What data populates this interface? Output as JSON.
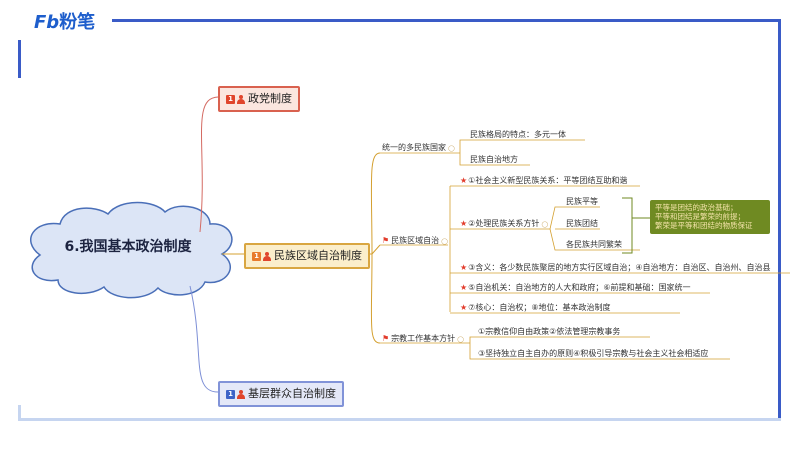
{
  "brand": {
    "logo_text": "粉笔",
    "logo_mark": "Fb"
  },
  "colors": {
    "accent": "#3a5bc7",
    "cloud": "#dce5f6",
    "note_bg": "#6f8a22",
    "note_text": "#f3e3a8",
    "marker": "#e23c2c"
  },
  "central_topic": "6.我国基本政治制度",
  "topics": {
    "party": "政党制度",
    "ethnic": "民族区域自治制度",
    "grassroots": "基层群众自治制度"
  },
  "ethnic_branches": {
    "unified_state": {
      "label": "统一的多民族国家",
      "children": [
        "民族格局的特点：多元一体",
        "民族自治地方"
      ]
    },
    "regional_autonomy": {
      "label": "民族区域自治",
      "items": [
        "①社会主义新型民族关系：平等团结互助和谐",
        "②处理民族关系方针",
        "③含义：各少数民族聚居的地方实行区域自治；④自治地方：自治区、自治州、自治县",
        "⑤自治机关：自治地方的人大和政府；⑥前提和基础：国家统一",
        "⑦核心：自治权；⑧地位：基本政治制度"
      ],
      "principles": [
        "民族平等",
        "民族团结",
        "各民族共同繁荣"
      ]
    },
    "religion": {
      "label": "宗教工作基本方针",
      "items": [
        "①宗教信仰自由政策②依法管理宗教事务",
        "③坚持独立自主自办的原则④积极引导宗教与社会主义社会相适应"
      ]
    }
  },
  "note": [
    "平等是团结的政治基础；",
    "平等和团结是繁荣的前提；",
    "繁荣是平等和团结的物质保证"
  ]
}
